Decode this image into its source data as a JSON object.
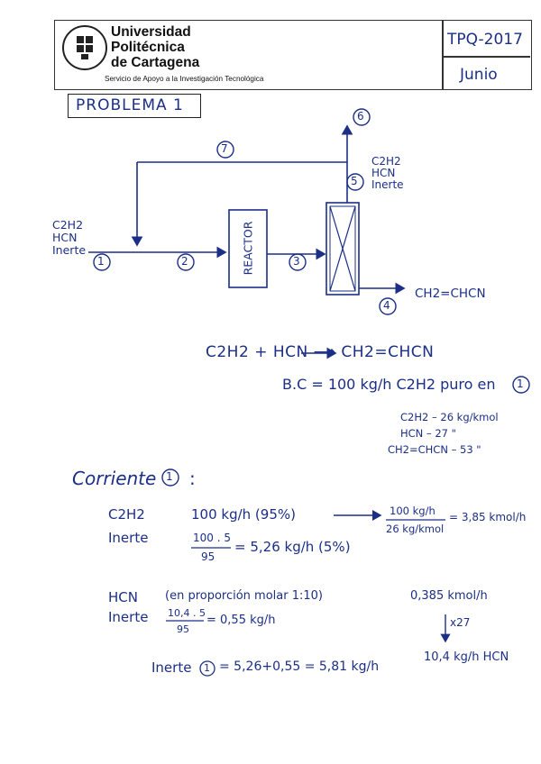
{
  "header": {
    "university_lines": [
      "Universidad",
      "Politécnica",
      "de Cartagena"
    ],
    "service": "Servicio de Apoyo a la Investigación Tecnológica",
    "course": "TPQ-2017",
    "session": "Junio"
  },
  "problem_title": "PROBLEMA 1",
  "diagram": {
    "stream_numbers": [
      "1",
      "2",
      "3",
      "4",
      "5",
      "6",
      "7"
    ],
    "feed_label": [
      "C2H2",
      "HCN",
      "Inerte"
    ],
    "stream5_label": [
      "C2H2",
      "HCN",
      "Inerte"
    ],
    "reactor_label": "REACTOR",
    "product_label": "CH2=CHCN"
  },
  "reaction": "C2H2 + HCN ⟶ CH2=CHCN",
  "basis": "B.C = 100 kg/h C2H2 puro en",
  "basis_stream": "1",
  "molar_masses": [
    "C2H2 – 26 kg/kmol",
    "HCN – 27   \"",
    "CH2=CHCN – 53  \""
  ],
  "corriente": {
    "label": "Corriente",
    "number": "1",
    "colon": ":"
  },
  "calc": {
    "c2h2_name": "C2H2",
    "c2h2_flow": "100 kg/h (95%)",
    "frac_num": "100 kg/h",
    "frac_den": "26 kg/kmol",
    "frac_result": "= 3,85 kmol/h",
    "inerte_a_label": "Inerte",
    "inerte_a_num": "100 . 5",
    "inerte_a_den": "95",
    "inerte_a_result": "= 5,26 kg/h (5%)",
    "hcn_name": "HCN",
    "hcn_note": "(en proporción molar 1:10)",
    "hcn_kmol": "0,385 kmol/h",
    "hcn_mult": "x27",
    "hcn_kg": "10,4 kg/h HCN",
    "inerte_b_label": "Inerte",
    "inerte_b_num": "10,4 . 5",
    "inerte_b_den": "95",
    "inerte_b_result": "= 0,55 kg/h",
    "total_label": "Inerte",
    "total_stream": "1",
    "total_expr": "= 5,26+0,55 = 5,81 kg/h"
  }
}
